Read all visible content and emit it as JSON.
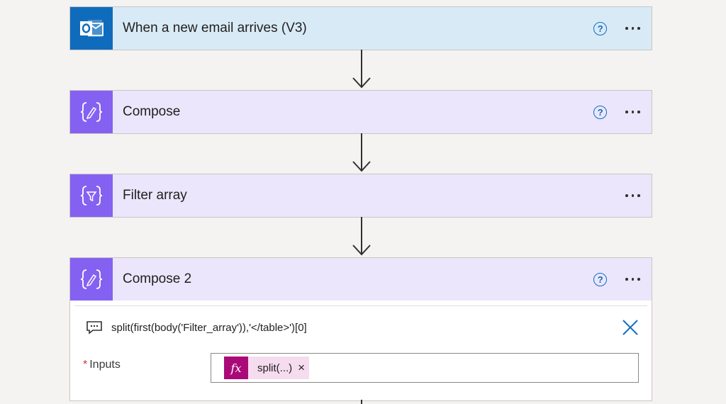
{
  "steps": [
    {
      "title": "When a new email arrives (V3)",
      "icon": "outlook-icon",
      "has_help": true,
      "help_label": "?"
    },
    {
      "title": "Compose",
      "icon": "compose-icon",
      "has_help": true,
      "help_label": "?"
    },
    {
      "title": "Filter array",
      "icon": "filter-array-icon",
      "has_help": false
    },
    {
      "title": "Compose 2",
      "icon": "compose-icon",
      "has_help": true,
      "help_label": "?"
    }
  ],
  "expanded": {
    "comment": "split(first(body('Filter_array')),'</table>')[0]",
    "inputs_label": "Inputs",
    "required_marker": "*",
    "token": {
      "label": "split(...)",
      "fx_symbol": "fx",
      "remove": "×"
    }
  },
  "colors": {
    "trigger_header": "#d9eaf7",
    "action_header": "#ebe6fb",
    "outlook_tile": "#0f6cbd",
    "dataop_tile": "#8561f2",
    "fx_tile": "#aa0a78",
    "token_bg": "#f5dcef",
    "help_blue": "#0f6cbd",
    "required_red": "#d13438"
  }
}
